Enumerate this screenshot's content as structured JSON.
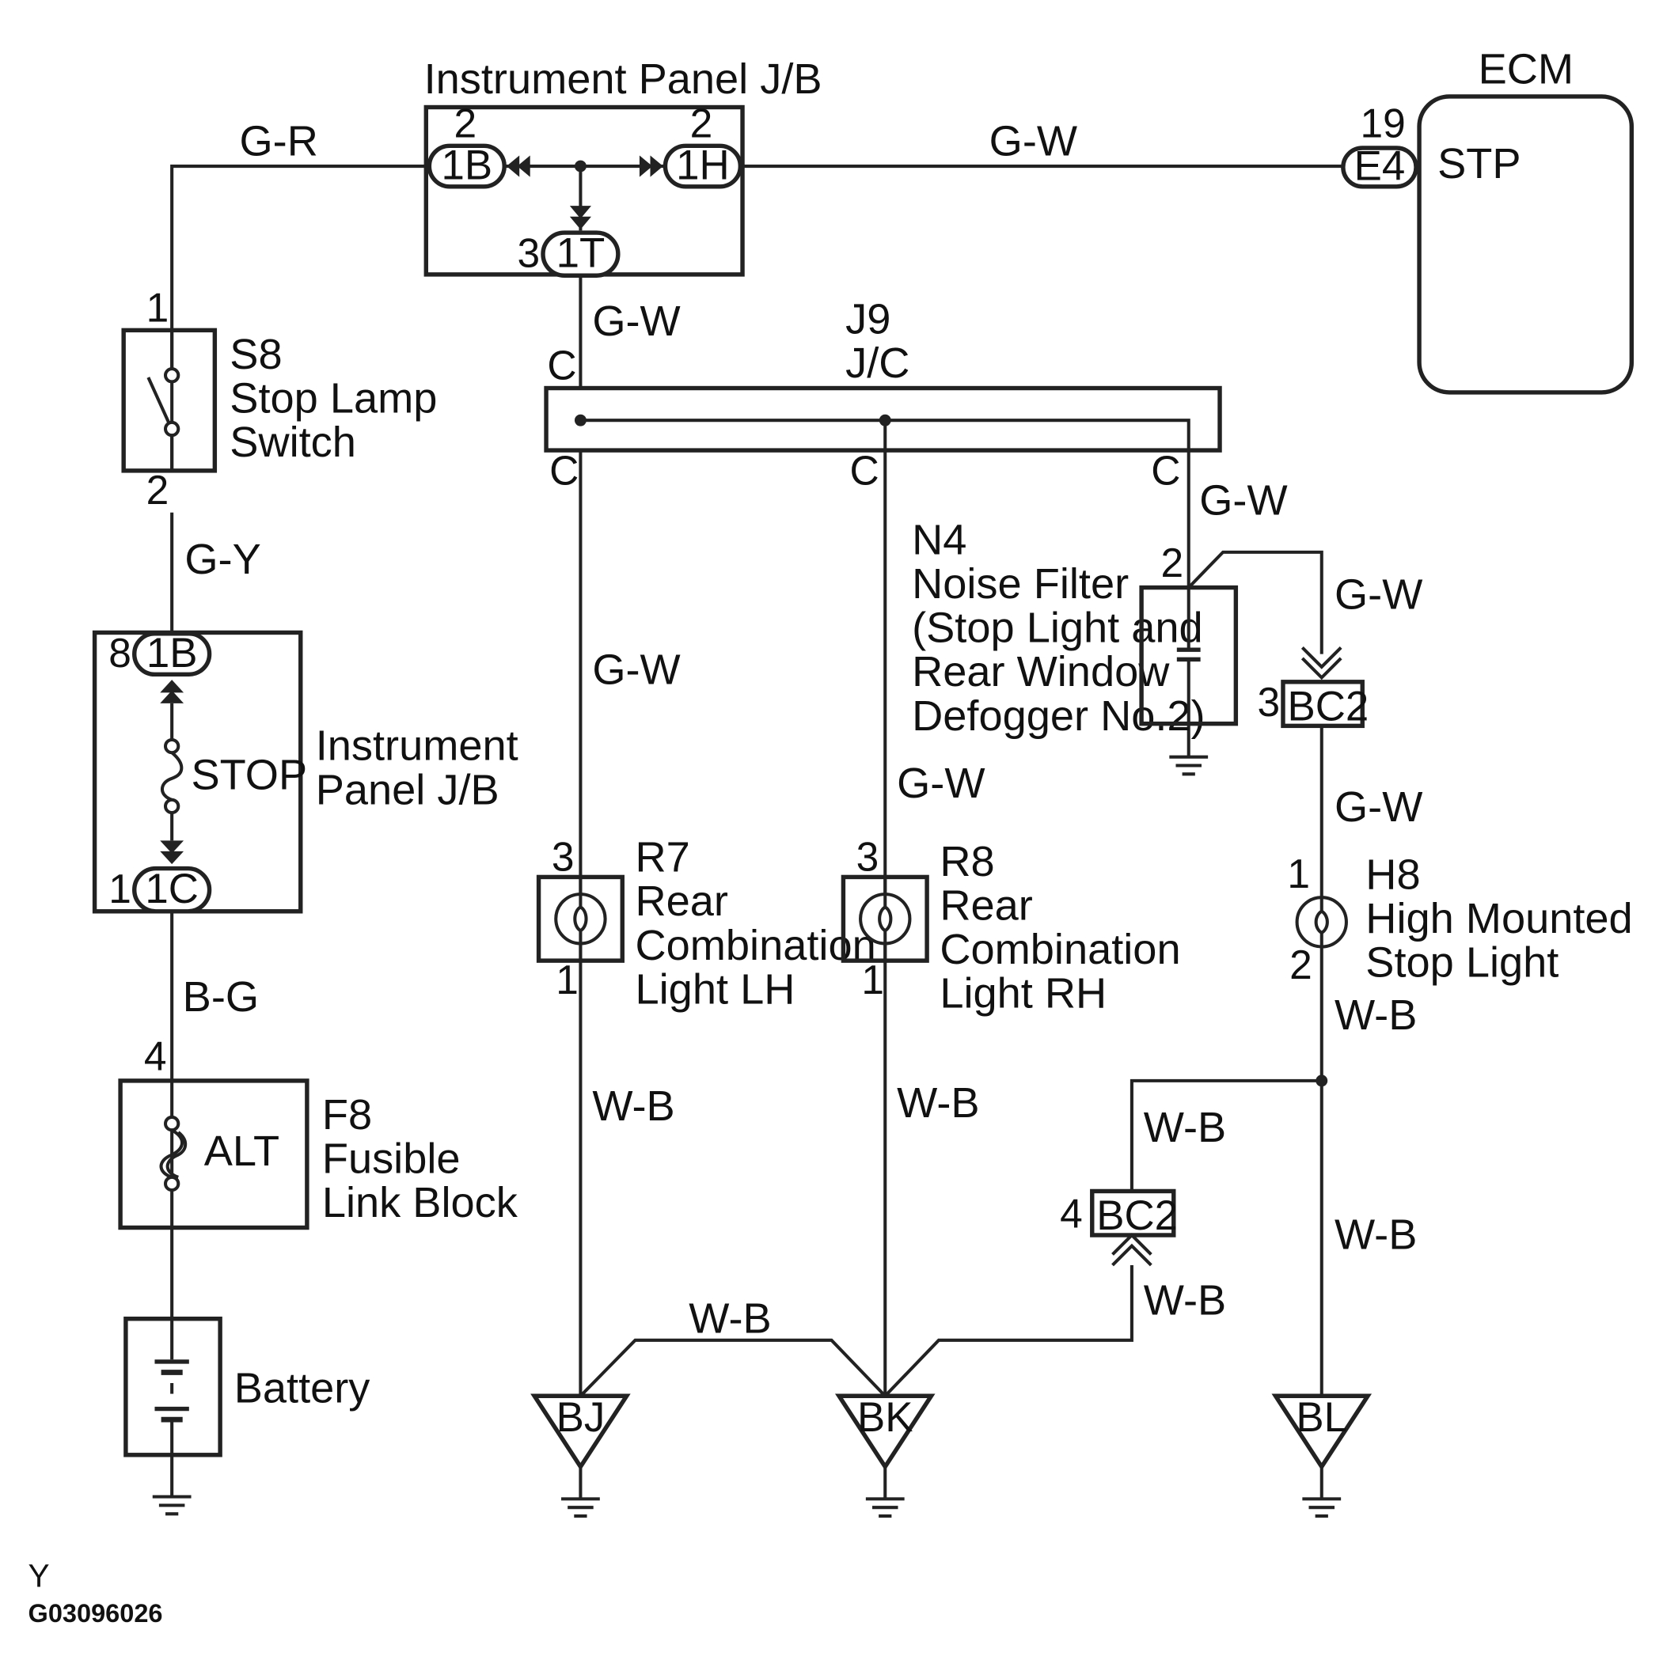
{
  "diagram": {
    "wire_colors": {
      "g_r": "G-R",
      "g_w": "G-W",
      "g_y": "G-Y",
      "b_g": "B-G",
      "w_b": "W-B"
    },
    "ecm": {
      "title": "ECM",
      "terminal": "STP",
      "connector": "E4",
      "pin": "19"
    },
    "ip_jb_top": {
      "title": "Instrument Panel J/B",
      "left_connector": "1B",
      "left_pin": "2",
      "right_connector": "1H",
      "right_pin": "2",
      "bottom_connector": "1T",
      "bottom_pin": "3"
    },
    "s8": {
      "id": "S8",
      "name_line1": "Stop Lamp",
      "name_line2": "Switch",
      "pin_top": "1",
      "pin_bottom": "2"
    },
    "ip_jb_left": {
      "name_line1": "Instrument",
      "name_line2": "Panel J/B",
      "fuse_label": "STOP",
      "top_connector": "1B",
      "top_pin": "8",
      "bottom_connector": "1C",
      "bottom_pin": "1"
    },
    "f8": {
      "id": "F8",
      "name_line1": "Fusible",
      "name_line2": "Link Block",
      "fuse_label": "ALT",
      "pin": "4"
    },
    "battery": {
      "name": "Battery"
    },
    "j9": {
      "id": "J9",
      "name": "J/C",
      "pin_label": "C"
    },
    "n4": {
      "id": "N4",
      "line1": "Noise Filter",
      "line2": "(Stop Light and",
      "line3": "Rear Window",
      "line4": "Defogger No.2)",
      "pin": "2"
    },
    "r7": {
      "id": "R7",
      "line1": "Rear",
      "line2": "Combination",
      "line3": "Light LH",
      "pin_top": "3",
      "pin_bottom": "1"
    },
    "r8": {
      "id": "R8",
      "line1": "Rear",
      "line2": "Combination",
      "line3": "Light RH",
      "pin_top": "3",
      "pin_bottom": "1"
    },
    "h8": {
      "id": "H8",
      "line1": "High Mounted",
      "line2": "Stop Light",
      "pin_top": "1",
      "pin_bottom": "2"
    },
    "bc2_upper": {
      "connector": "BC2",
      "pin": "3"
    },
    "bc2_lower": {
      "connector": "BC2",
      "pin": "4"
    },
    "grounds": {
      "bj": "BJ",
      "bk": "BK",
      "bl": "BL"
    },
    "footer": {
      "letter": "Y",
      "code": "G03096026"
    }
  }
}
